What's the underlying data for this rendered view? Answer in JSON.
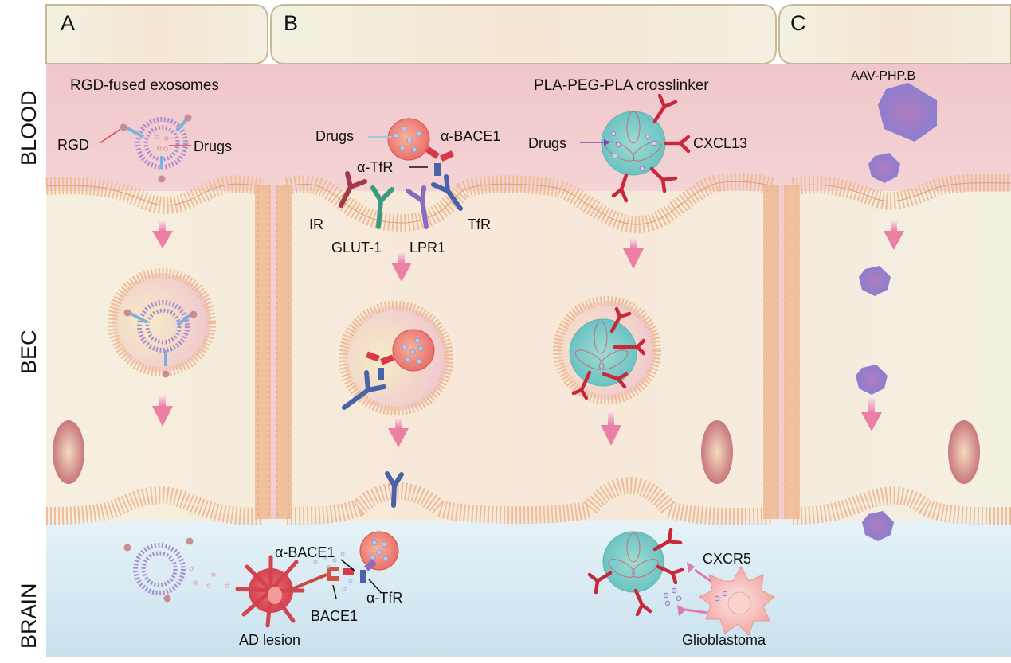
{
  "figure": {
    "panels": [
      {
        "id": "A",
        "letter": "A",
        "title": "RGD-fused exosomes",
        "labels": {
          "ligand": "RGD",
          "cargo": "Drugs"
        }
      },
      {
        "id": "B",
        "letter": "B",
        "title": "",
        "labels": {
          "cargo": "Drugs",
          "antibody_bace": "α-BACE1",
          "antibody_tfr": "α-TfR",
          "receptors": [
            "IR",
            "GLUT-1",
            "LPR1",
            "TfR"
          ],
          "brain_antibody_bace": "α-BACE1",
          "brain_antibody_tfr": "α-TfR",
          "target_enzyme": "BACE1",
          "target": "AD lesion"
        }
      },
      {
        "id": "B2",
        "letter": "",
        "title": "PLA-PEG-PLA crosslinker",
        "labels": {
          "cargo": "Drugs",
          "ligand": "CXCL13",
          "receptor": "CXCR5",
          "target": "Glioblastoma"
        }
      },
      {
        "id": "C",
        "letter": "C",
        "title": "AAV-PHP.B",
        "labels": {}
      }
    ],
    "compartments": {
      "blood": "BLOOD",
      "bec": "BEC",
      "brain": "BRAIN"
    },
    "colors": {
      "blood": "#f2cfd2",
      "bec": "#f5ecdc",
      "brain": "#dbecf4",
      "tab": "#f3eddc",
      "tab_border": "#c9b896",
      "lipid_head": "#e9b48f",
      "exosome": "#a98bd0",
      "arrow": "#ee8fb0",
      "aav": "#8b74c9",
      "nanoparticle": "#86cfc9",
      "antibody_red": "#c8283b",
      "antibody_blue": "#4a62a8",
      "antibody_green": "#3c9a80",
      "antibody_purple": "#8a6bbd",
      "antibody_maroon": "#a2394a"
    }
  }
}
